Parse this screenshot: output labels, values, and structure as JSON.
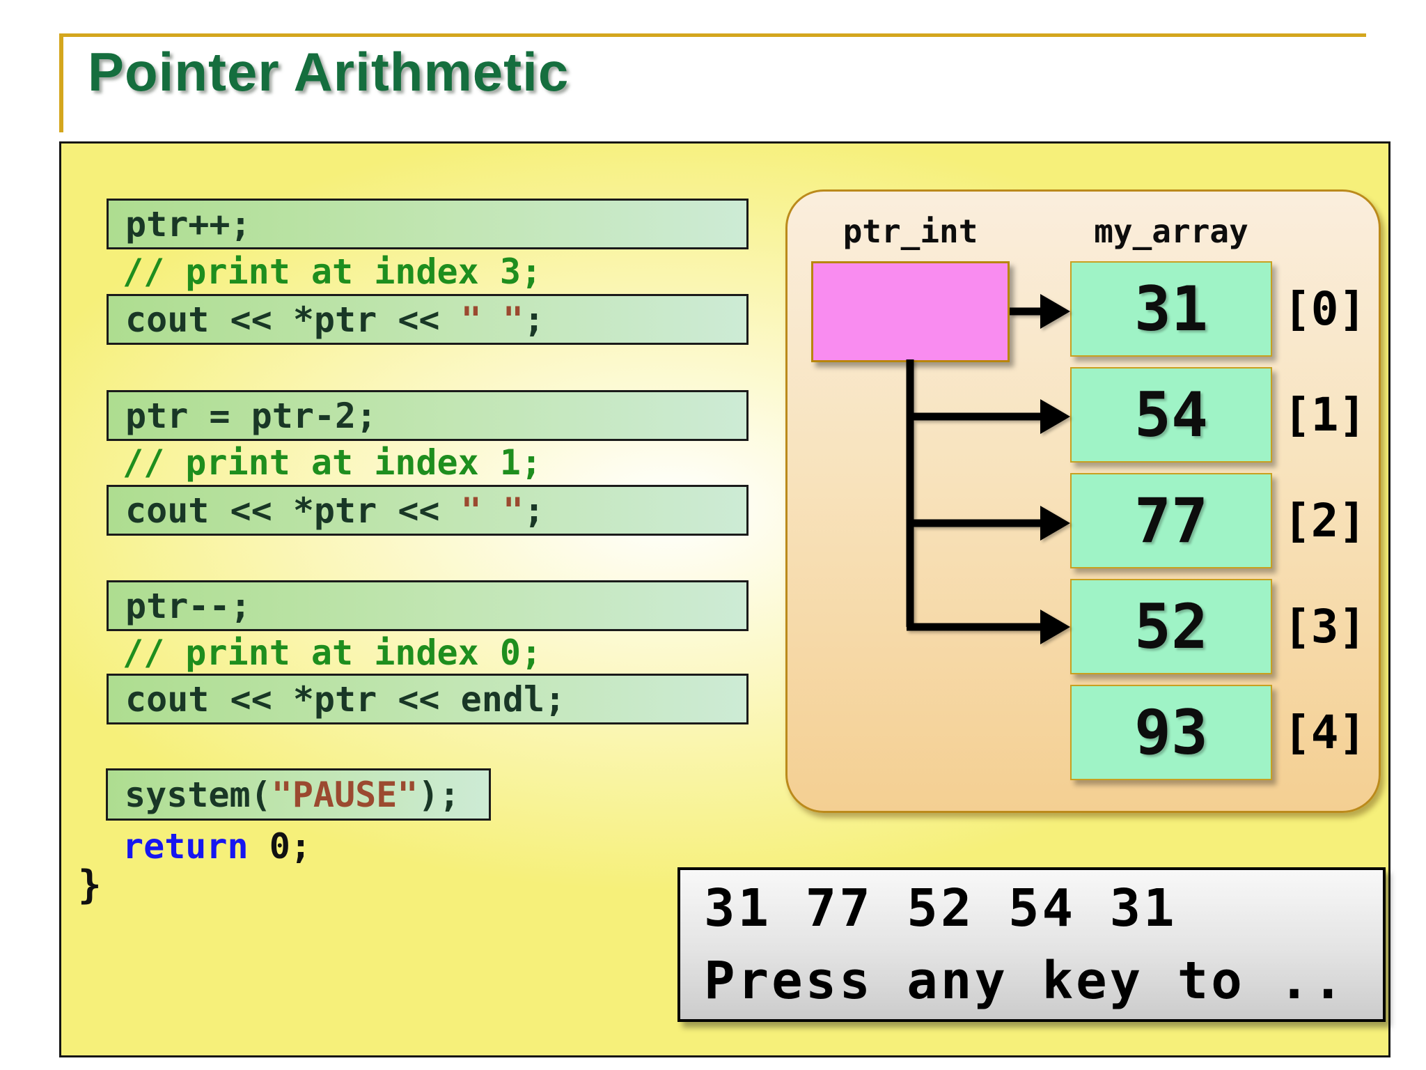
{
  "title": "Pointer Arithmetic",
  "code": {
    "groups": [
      {
        "stmt": "ptr++;",
        "comment": "// print at index 3;",
        "cout_pre": "cout << *ptr << ",
        "cout_str": "\" \"",
        "cout_post": ";"
      },
      {
        "stmt": "ptr = ptr-2;",
        "comment": "// print at index 1;",
        "cout_pre": "cout << *ptr << ",
        "cout_str": "\" \"",
        "cout_post": ";"
      },
      {
        "stmt": "ptr--;",
        "comment": "// print at index 0;",
        "cout_line": "cout << *ptr << endl;"
      }
    ],
    "pause_pre": "system(",
    "pause_str": "\"PAUSE\"",
    "pause_post": ");",
    "return_kw": "return",
    "return_rest": " 0;",
    "closing_brace": "}"
  },
  "diagram": {
    "pointer_label": "ptr_int",
    "array_label": "my_array",
    "cells": [
      {
        "value": "31",
        "index": "[0]"
      },
      {
        "value": "54",
        "index": "[1]"
      },
      {
        "value": "77",
        "index": "[2]"
      },
      {
        "value": "52",
        "index": "[3]"
      },
      {
        "value": "93",
        "index": "[4]"
      }
    ]
  },
  "console": {
    "line1": "31 77 52 54 31",
    "line2": "Press any key to .."
  },
  "colors": {
    "accent_gold": "#d4a61d",
    "title_green": "#156e3e",
    "code_dark_green": "#193726",
    "comment_green": "#1e8e1e",
    "string_brown": "#9b4a30",
    "keyword_blue": "#1616f0",
    "pointer_pink": "#f98cf0",
    "cell_mint": "#9ff3c6",
    "panel_orange": "#f4cf92",
    "slide_yellow": "#f6f07a",
    "console_gray": "#d9d9d9"
  }
}
